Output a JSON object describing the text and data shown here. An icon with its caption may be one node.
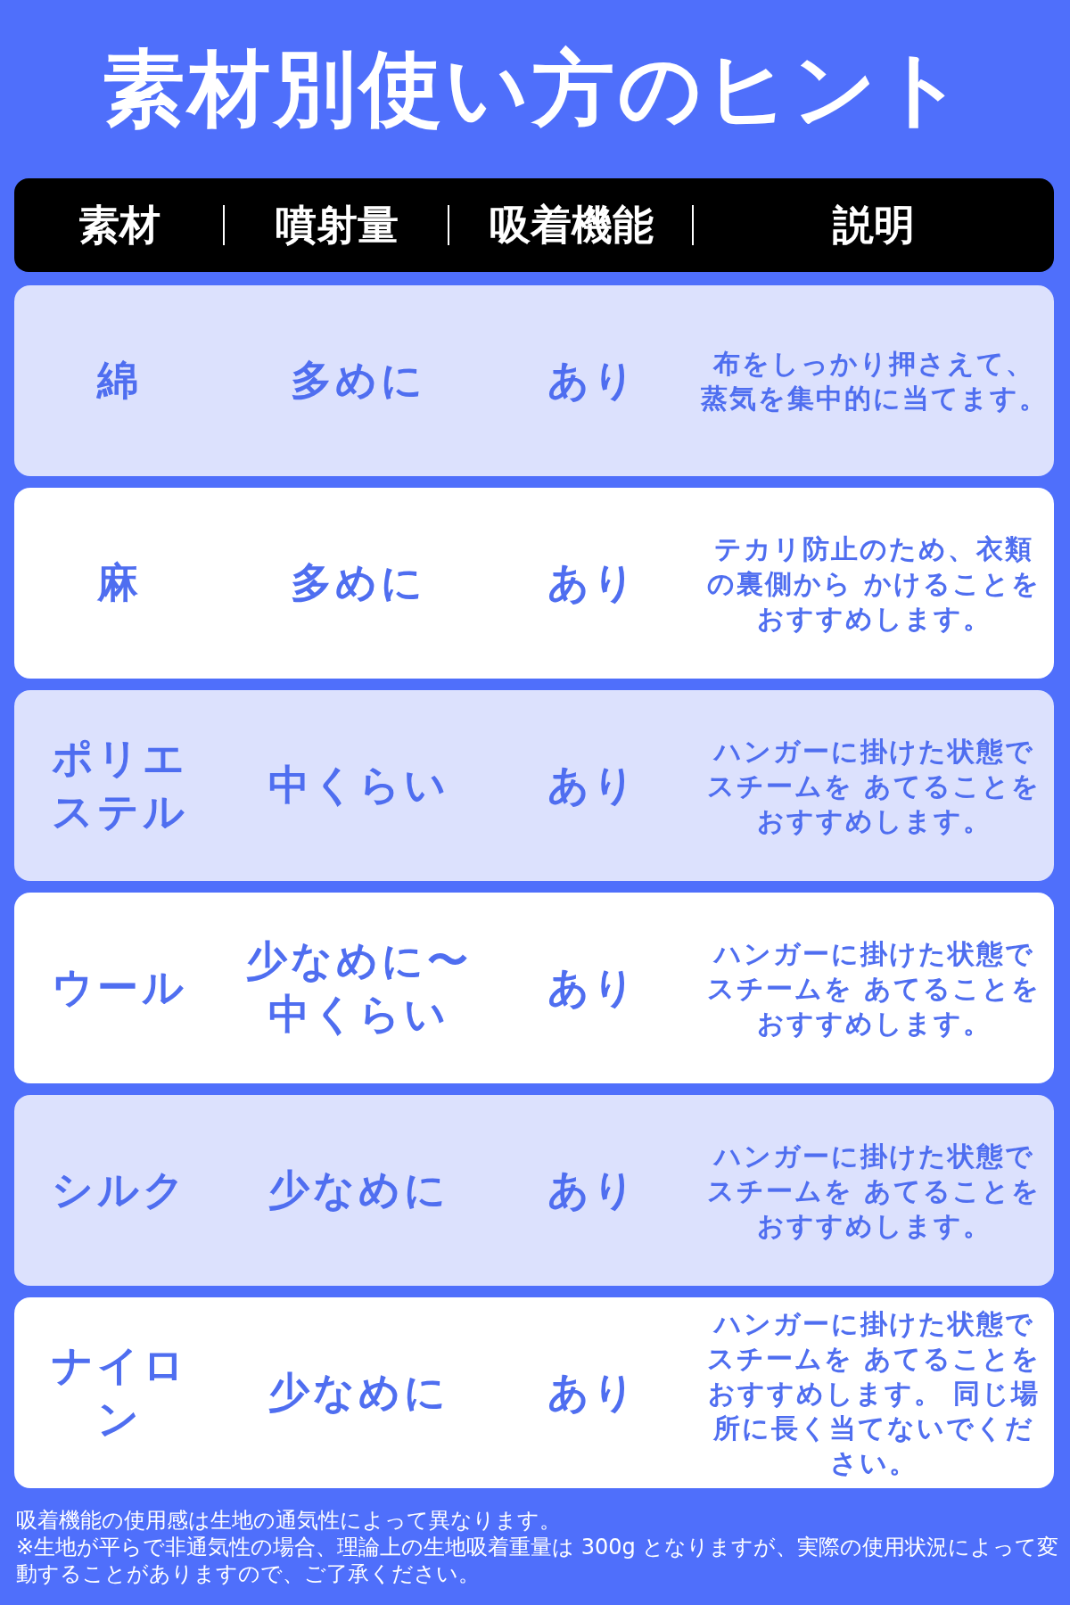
{
  "diagram": {
    "title": "素材別使い方のヒント",
    "nodes": [
      {
        "text": [
          "素材",
          "噴射量",
          "吸着機能",
          "説明"
        ]
      },
      {
        "text": [
          "綿",
          "多めに",
          "あり",
          "布をしっかり押さえて、蒸気を集中的に当てます。"
        ]
      },
      {
        "text": [
          "麻",
          "多めに",
          "あり",
          "テカリ防止のため、衣類の裏側から かけることをおすすめします。"
        ]
      },
      {
        "text": [
          "ポリエステル",
          "中くらい",
          "あり",
          "ハンガーに掛けた状態でスチームを あてることをおすすめします。"
        ]
      },
      {
        "text": [
          "ウール",
          "少なめに〜中くらい",
          "あり",
          "ハンガーに掛けた状態でスチームを あてることをおすすめします。"
        ]
      },
      {
        "text": [
          "シルク",
          "少なめに",
          "あり",
          "ハンガーに掛けた状態でスチームを あてることをおすすめします。"
        ]
      },
      {
        "text": [
          "ナイロン",
          "少なめに",
          "あり",
          "ハンガーに掛けた状態でスチームを あてることをおすすめします。 同じ場所に長く当てないでください。"
        ]
      }
    ],
    "labels": [
      "吸着機能の使用感は生地の通気性によって異なります。",
      "※生地が平らで非通気性の場合、理論上の生地吸着重量は 300g となりますが、実際の使用状況によって変動することがありますので、ご了承ください。"
    ]
  }
}
